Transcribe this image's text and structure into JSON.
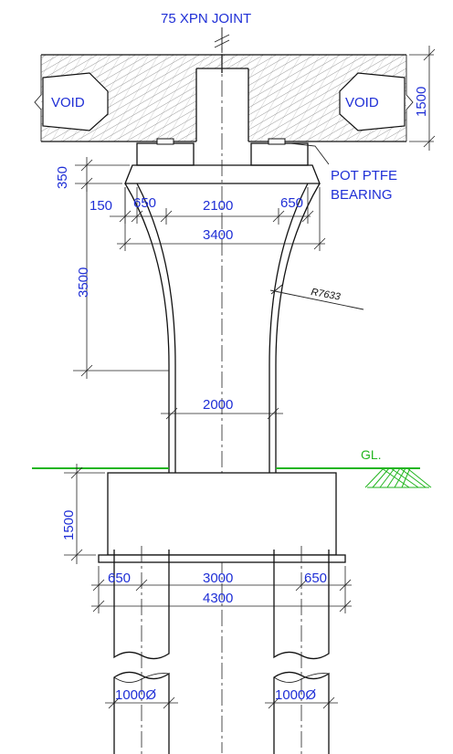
{
  "labels": {
    "joint": "75 XPN JOINT",
    "void_left": "VOID",
    "void_right": "VOID",
    "bearing_line1": "POT PTFE",
    "bearing_line2": "BEARING",
    "radius": "R7633",
    "ground": "GL."
  },
  "dimensions": {
    "deck_depth": "1500",
    "cap_depth": "350",
    "cap_overhang": "150",
    "flare_left": "650",
    "cap_mid": "2100",
    "flare_right": "650",
    "cap_width": "3400",
    "flare_height": "3500",
    "column_width": "2000",
    "footing_depth": "1500",
    "pile_edge_left": "650",
    "pile_spacing": "3000",
    "pile_edge_right": "650",
    "footing_width": "4300",
    "pile_dia_left": "1000Ø",
    "pile_dia_right": "1000Ø"
  },
  "colors": {
    "dimension_text": "#1f2fd6",
    "ground_line": "#22b51f",
    "linework": "#111111"
  }
}
